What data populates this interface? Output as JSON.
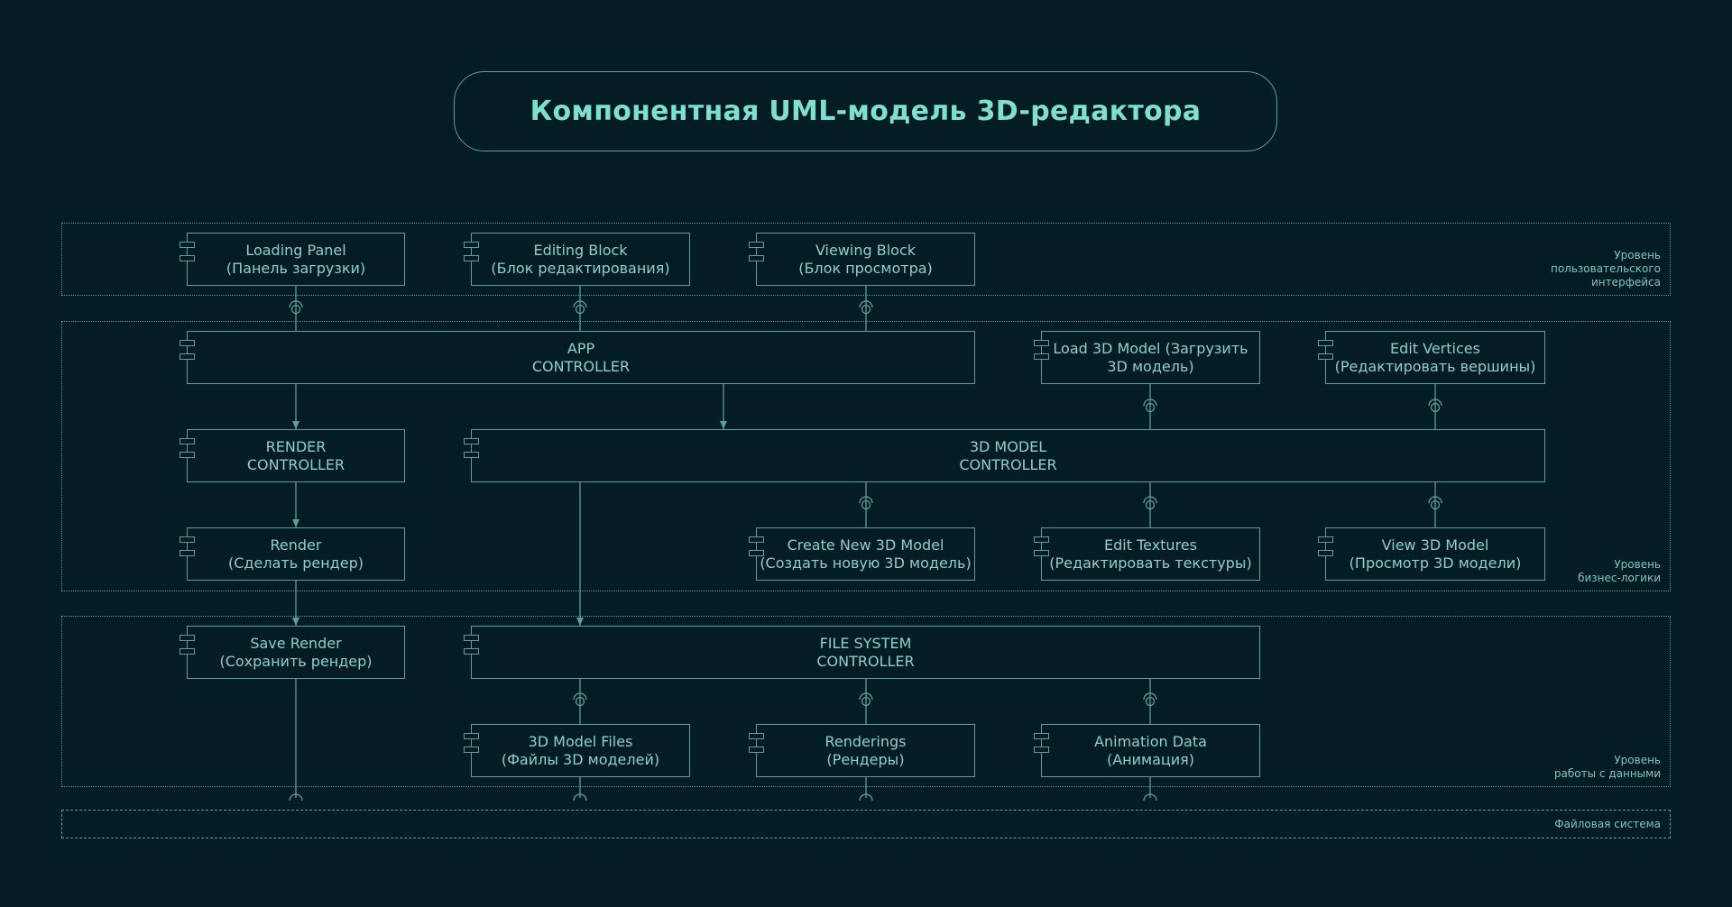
{
  "title": "Компонентная UML-модель 3D-редактора",
  "layers": {
    "ui": "Уровень\nпользовательского\nинтерфейса",
    "business": "Уровень\nбизнес-логики",
    "data": "Уровень\nработы с данными",
    "fs": "Файловая система"
  },
  "components": {
    "loading_panel": {
      "line1": "Loading Panel",
      "line2": "(Панель загрузки)"
    },
    "editing_block": {
      "line1": "Editing Block",
      "line2": "(Блок редактирования)"
    },
    "viewing_block": {
      "line1": "Viewing Block",
      "line2": "(Блок просмотра)"
    },
    "app_controller": {
      "line1": "APP",
      "line2": "CONTROLLER"
    },
    "load_model": {
      "line1": "Load 3D Model (Загрузить",
      "line2": "3D модель)"
    },
    "edit_vertices": {
      "line1": "Edit Vertices",
      "line2": "(Редактировать вершины)"
    },
    "render_controller": {
      "line1": "RENDER",
      "line2": "CONTROLLER"
    },
    "model_controller": {
      "line1": "3D MODEL",
      "line2": "CONTROLLER"
    },
    "render": {
      "line1": "Render",
      "line2": "(Сделать рендер)"
    },
    "create_model": {
      "line1": "Create New 3D Model",
      "line2": "(Создать новую 3D модель)"
    },
    "edit_textures": {
      "line1": "Edit Textures",
      "line2": "(Редактировать текстуры)"
    },
    "view_model": {
      "line1": "View 3D Model",
      "line2": "(Просмотр 3D модели)"
    },
    "save_render": {
      "line1": "Save Render",
      "line2": "(Сохранить рендер)"
    },
    "fs_controller": {
      "line1": "FILE SYSTEM",
      "line2": "CONTROLLER"
    },
    "model_files": {
      "line1": "3D Model Files",
      "line2": "(Файлы 3D моделей)"
    },
    "renderings": {
      "line1": "Renderings",
      "line2": "(Рендеры)"
    },
    "animation_data": {
      "line1": "Animation Data",
      "line2": "(Анимация)"
    }
  },
  "colors": {
    "background": "#041c24",
    "line": "#5f9f9a",
    "text": "#8fd0c8",
    "title": "#7fe0cc"
  }
}
